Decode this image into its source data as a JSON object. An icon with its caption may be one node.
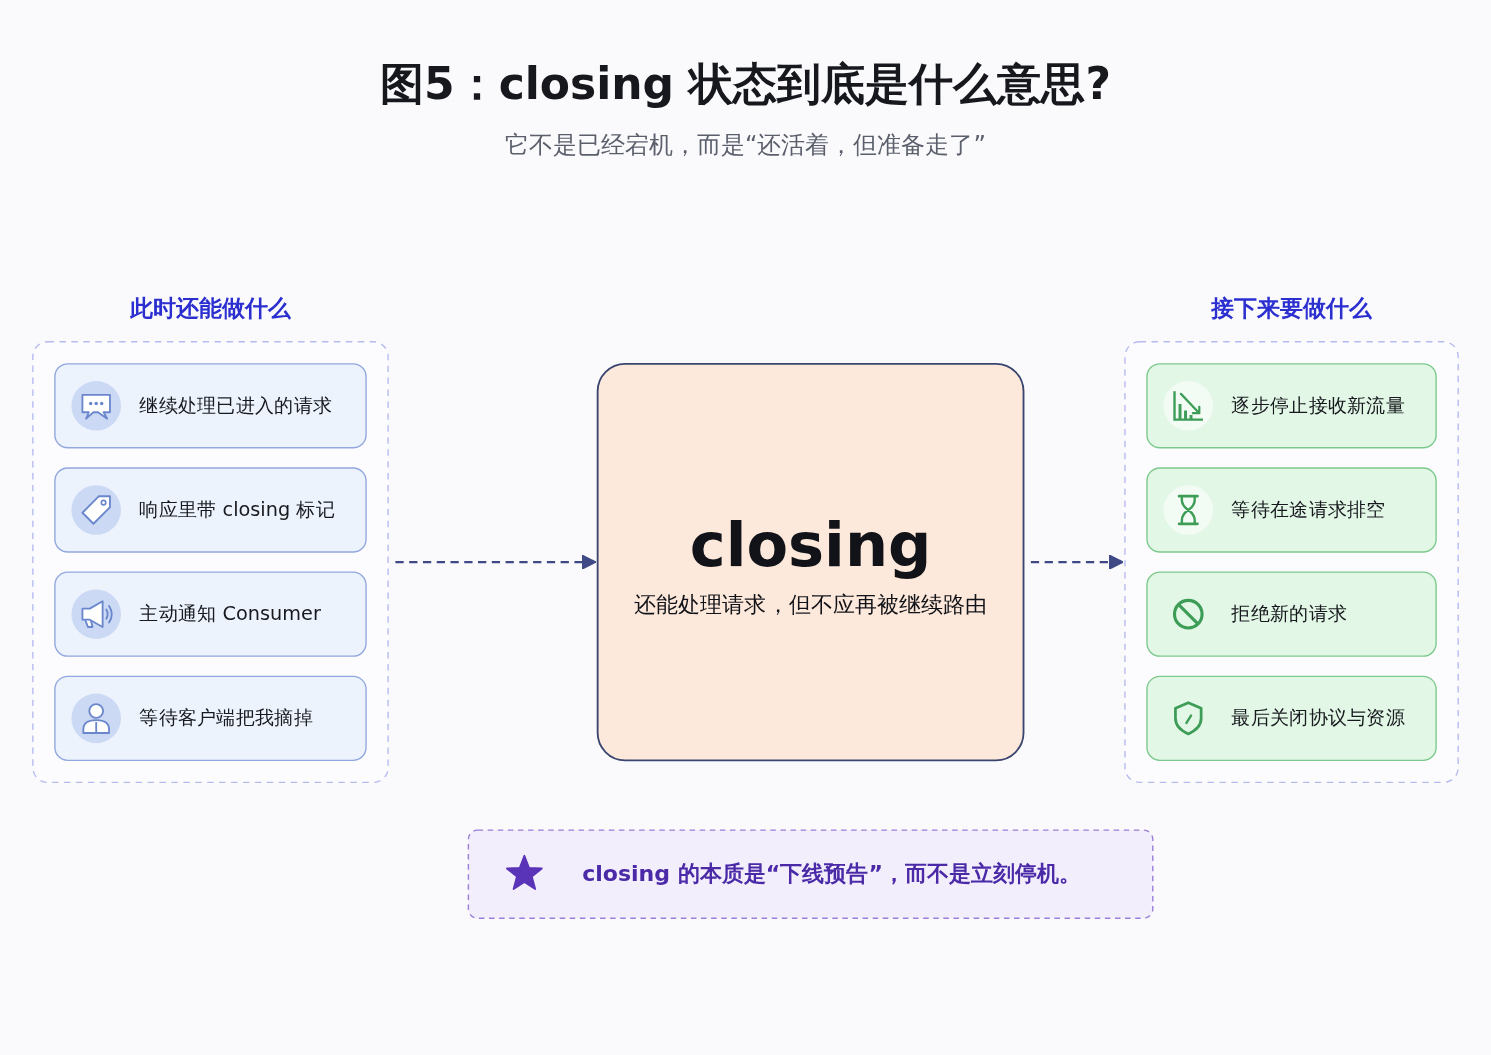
{
  "diagram": {
    "title": "图5：closing 状态到底是什么意思?",
    "caption": "它不是已经宕机，而是“还活着，但准备走了”",
    "nodes": [
      {
        "text": [
          "此时还能做什么"
        ]
      },
      {
        "text": [
          "继续处理已进入的请求"
        ],
        "in": 0
      },
      {
        "text": [
          "响应里带 closing 标记"
        ],
        "in": 0
      },
      {
        "text": [
          "主动通知 Consumer"
        ],
        "in": 0
      },
      {
        "text": [
          "等待客户端把我摘掉"
        ],
        "in": 0
      },
      {
        "text": [
          "closing",
          "还能处理请求，但不应再被继续路由"
        ]
      },
      {
        "text": [
          "接下来要做什么"
        ]
      },
      {
        "text": [
          "逐步停止接收新流量"
        ],
        "in": 6
      },
      {
        "text": [
          "等待在途请求排空"
        ],
        "in": 6
      },
      {
        "text": [
          "拒绝新的请求"
        ],
        "in": 6
      },
      {
        "text": [
          "最后关闭协议与资源"
        ],
        "in": 6
      },
      {
        "text": [
          "closing 的本质是“下线预告”，而不是立刻停机。"
        ]
      }
    ],
    "edges": [
      {
        "from": 0,
        "to": 5,
        "arrow": "to",
        "style": "dashed"
      },
      {
        "from": 5,
        "to": 6,
        "arrow": "to",
        "style": "dashed"
      }
    ]
  }
}
